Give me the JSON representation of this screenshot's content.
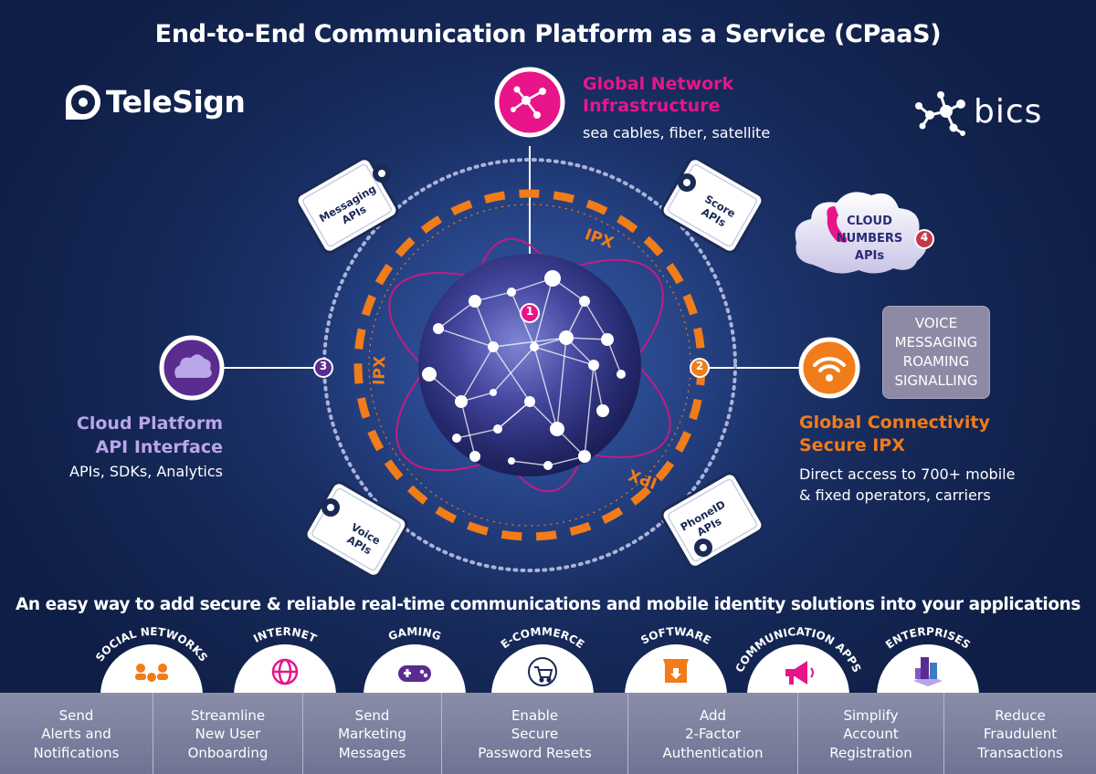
{
  "title": "End-to-End Communication Platform as a Service (CPaaS)",
  "tagline": "An easy way to add secure & reliable real-time communications and mobile identity solutions into your applications",
  "logos": {
    "left": "TeleSign",
    "right": "bics"
  },
  "hub": {
    "ring_label": "IPX",
    "top": {
      "badge": "1",
      "title": [
        "Global Network",
        "Infrastructure"
      ],
      "subtitle": "sea cables, fiber, satellite",
      "color": "#e8158a"
    },
    "right": {
      "badge": "2",
      "title": [
        "Global Connectivity",
        "Secure IPX"
      ],
      "subtitle": [
        "Direct access to 700+ mobile",
        "& fixed operators, carriers"
      ],
      "color": "#f07c1a"
    },
    "left": {
      "badge": "3",
      "title": [
        "Cloud Platform",
        "API Interface"
      ],
      "subtitle": "APIs, SDKs, Analytics",
      "color": "#b9a6e8"
    }
  },
  "services_box": [
    "VOICE",
    "MESSAGING",
    "ROAMING",
    "SIGNALLING"
  ],
  "cloud_numbers": {
    "lines": [
      "CLOUD",
      "NUMBERS",
      "APIs"
    ],
    "badge": "4"
  },
  "devices": [
    {
      "id": "messaging",
      "lines": [
        "Messaging",
        "APIs"
      ]
    },
    {
      "id": "score",
      "lines": [
        "Score",
        "APIs"
      ]
    },
    {
      "id": "voice",
      "lines": [
        "Voice",
        "APIs"
      ]
    },
    {
      "id": "phoneid",
      "lines": [
        "PhoneID",
        "APIs"
      ]
    }
  ],
  "industries": [
    {
      "label": "SOCIAL NETWORKS",
      "icon": "people-network-icon",
      "use_case": [
        "Send",
        "Alerts and",
        "Notifications"
      ]
    },
    {
      "label": "INTERNET",
      "icon": "globe-icon",
      "use_case": [
        "Streamline",
        "New User",
        "Onboarding"
      ]
    },
    {
      "label": "GAMING",
      "icon": "gamepad-icon",
      "use_case": [
        "Send",
        "Marketing",
        "Messages"
      ]
    },
    {
      "label": "E-COMMERCE",
      "icon": "shopping-cart-icon",
      "use_case": [
        "Enable",
        "Secure",
        "Password Resets"
      ]
    },
    {
      "label": "SOFTWARE",
      "icon": "software-box-icon",
      "use_case": [
        "Add",
        "2-Factor",
        "Authentication"
      ]
    },
    {
      "label": "COMMUNICATION APPS",
      "icon": "megaphone-icon",
      "use_case": [
        "Simplify",
        "Account",
        "Registration"
      ]
    },
    {
      "label": "ENTERPRISES",
      "icon": "buildings-icon",
      "use_case": [
        "Reduce",
        "Fraudulent",
        "Transactions"
      ]
    }
  ],
  "colors": {
    "magenta": "#e8158a",
    "orange": "#f07c1a",
    "lavender": "#b9a6e8",
    "purple": "#5b2c8f"
  }
}
